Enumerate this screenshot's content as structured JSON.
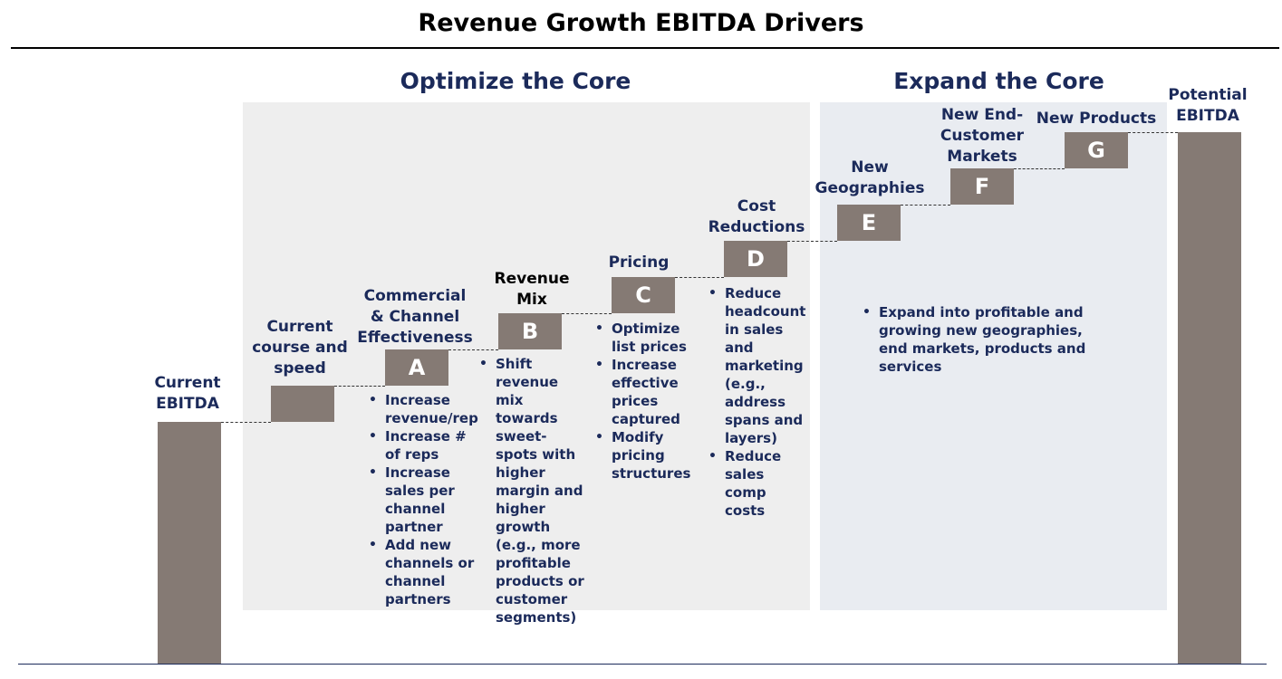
{
  "title": "Revenue Growth EBITDA Drivers",
  "sections": {
    "optimize": "Optimize the Core",
    "expand": "Expand the Core"
  },
  "colors": {
    "bar": "#857a74",
    "text": "#1b2a5a",
    "core_panel": "#eeeeee",
    "expand_panel": "#e9ecf1"
  },
  "start": {
    "label_line1": "Current",
    "label_line2": "EBITDA"
  },
  "end": {
    "label_line1": "Potential",
    "label_line2": "EBITDA"
  },
  "current_course": {
    "line1": "Current",
    "line2": "course and",
    "line3": "speed"
  },
  "steps": [
    {
      "letter": "A",
      "l1": "Commercial",
      "l2": "& Channel",
      "l3": "Effectiveness",
      "bullets": [
        "Increase revenue/rep",
        "Increase # of reps",
        "Increase sales per channel partner",
        "Add new channels or channel partners"
      ]
    },
    {
      "letter": "B",
      "l1": "Revenue",
      "l2": "Mix",
      "bullets": [
        "Shift revenue mix towards sweet-spots with higher margin and higher growth (e.g., more profitable products or customer segments)"
      ]
    },
    {
      "letter": "C",
      "l1": "Pricing",
      "bullets": [
        "Optimize list prices",
        "Increase effective prices captured",
        "Modify pricing structures"
      ]
    },
    {
      "letter": "D",
      "l1": "Cost",
      "l2": "Reductions",
      "bullets": [
        "Reduce headcount in sales and marketing (e.g., address spans and layers)",
        "Reduce sales comp costs"
      ]
    },
    {
      "letter": "E",
      "l1": "New",
      "l2": "Geographies"
    },
    {
      "letter": "F",
      "l1": "New End-",
      "l2": "Customer",
      "l3": "Markets"
    },
    {
      "letter": "G",
      "l1": "New Products"
    }
  ],
  "expand_bullets": [
    "Expand into profitable and growing new geographies, end markets, products and services"
  ]
}
